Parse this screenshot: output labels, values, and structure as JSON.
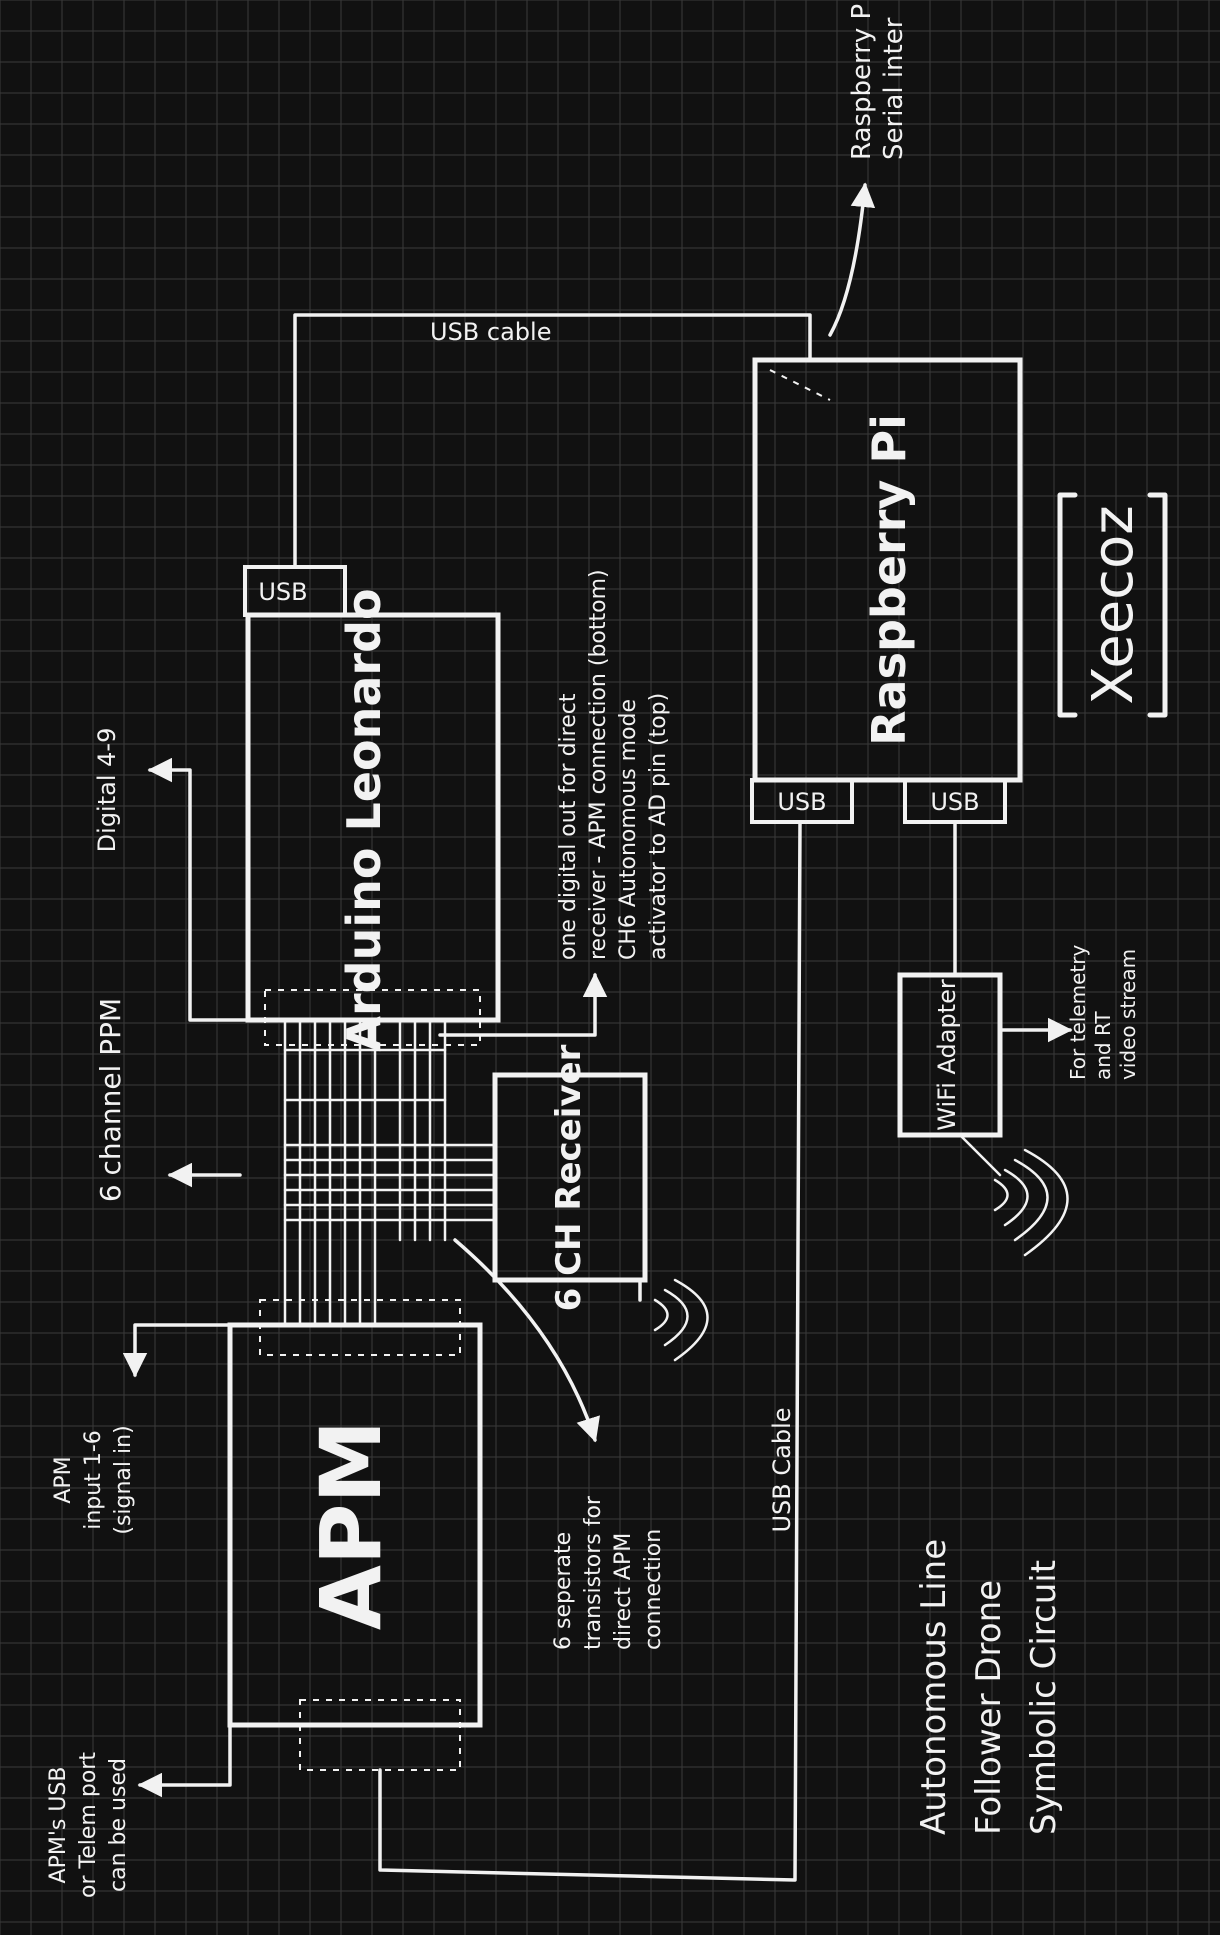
{
  "blocks": {
    "arduino": "Arduino Leonardo",
    "apm": "APM",
    "receiver": "6 CH Receiver",
    "pi": "Raspberry Pi",
    "wifi": "WiFi Adapter",
    "usb": "USB"
  },
  "labels": {
    "usb_cable_top": "USB cable",
    "usb_cable_side": "USB Cable",
    "digital": "Digital 4-9",
    "six_channel": "6 channel PPM",
    "apm_input_1": "APM",
    "apm_input_2": "input 1-6",
    "apm_input_3": "(signal in)",
    "apm_usb_1": "APM's USB",
    "apm_usb_2": "or Telem port",
    "apm_usb_3": "can be used",
    "one_digital_1": "one digital out for direct",
    "one_digital_2": "receiver - APM connection (bottom)",
    "one_digital_3": "CH6 Autonomous mode",
    "one_digital_4": "activator to AD pin (top)",
    "transistors_1": "6 seperate",
    "transistors_2": "transistors for",
    "transistors_3": "direct APM",
    "transistors_4": "connection",
    "telemetry_1": "For telemetry",
    "telemetry_2": "and RT",
    "telemetry_3": "video stream",
    "rpi_serial_1": "Raspberry P",
    "rpi_serial_2": "Serial inter",
    "title_1": "Autonomous Line",
    "title_2": "Follower Drone",
    "title_3": "Symbolic Circuit",
    "signature": "Xeecoz"
  },
  "colors": {
    "background": "#111111",
    "ink": "#f2f2f2",
    "grid": "#3a3a3a"
  }
}
